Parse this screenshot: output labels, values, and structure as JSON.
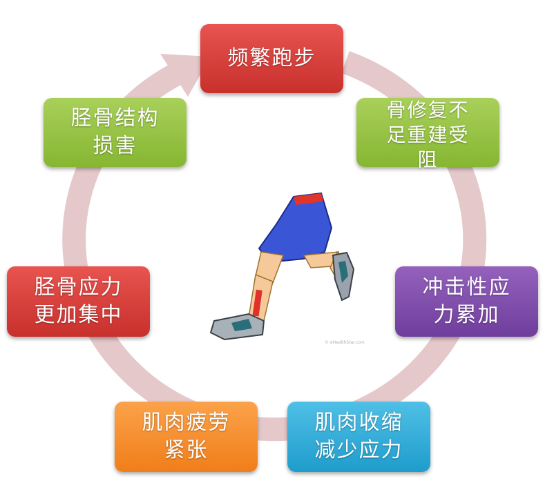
{
  "diagram": {
    "title": "",
    "ring_color": "#e2c3c5",
    "nodes": [
      {
        "id": "top",
        "label": "频繁跑步",
        "color": "#d9403b"
      },
      {
        "id": "ur",
        "label": "骨修复不\n足重建受\n阻",
        "color": "#98c345"
      },
      {
        "id": "right",
        "label": "冲击性应\n力累加",
        "color": "#7f4fad"
      },
      {
        "id": "br",
        "label": "肌肉收缩\n减少应力",
        "color": "#2aaad8"
      },
      {
        "id": "bl",
        "label": "肌肉疲劳\n紧张",
        "color": "#f58d2c"
      },
      {
        "id": "left",
        "label": "胫骨应力\n更加集中",
        "color": "#d9403b"
      },
      {
        "id": "ul",
        "label": "胫骨结构\n损害",
        "color": "#98c345"
      }
    ],
    "center_image": "running-leg-illustration",
    "watermark": "© eHealthStar.com"
  }
}
